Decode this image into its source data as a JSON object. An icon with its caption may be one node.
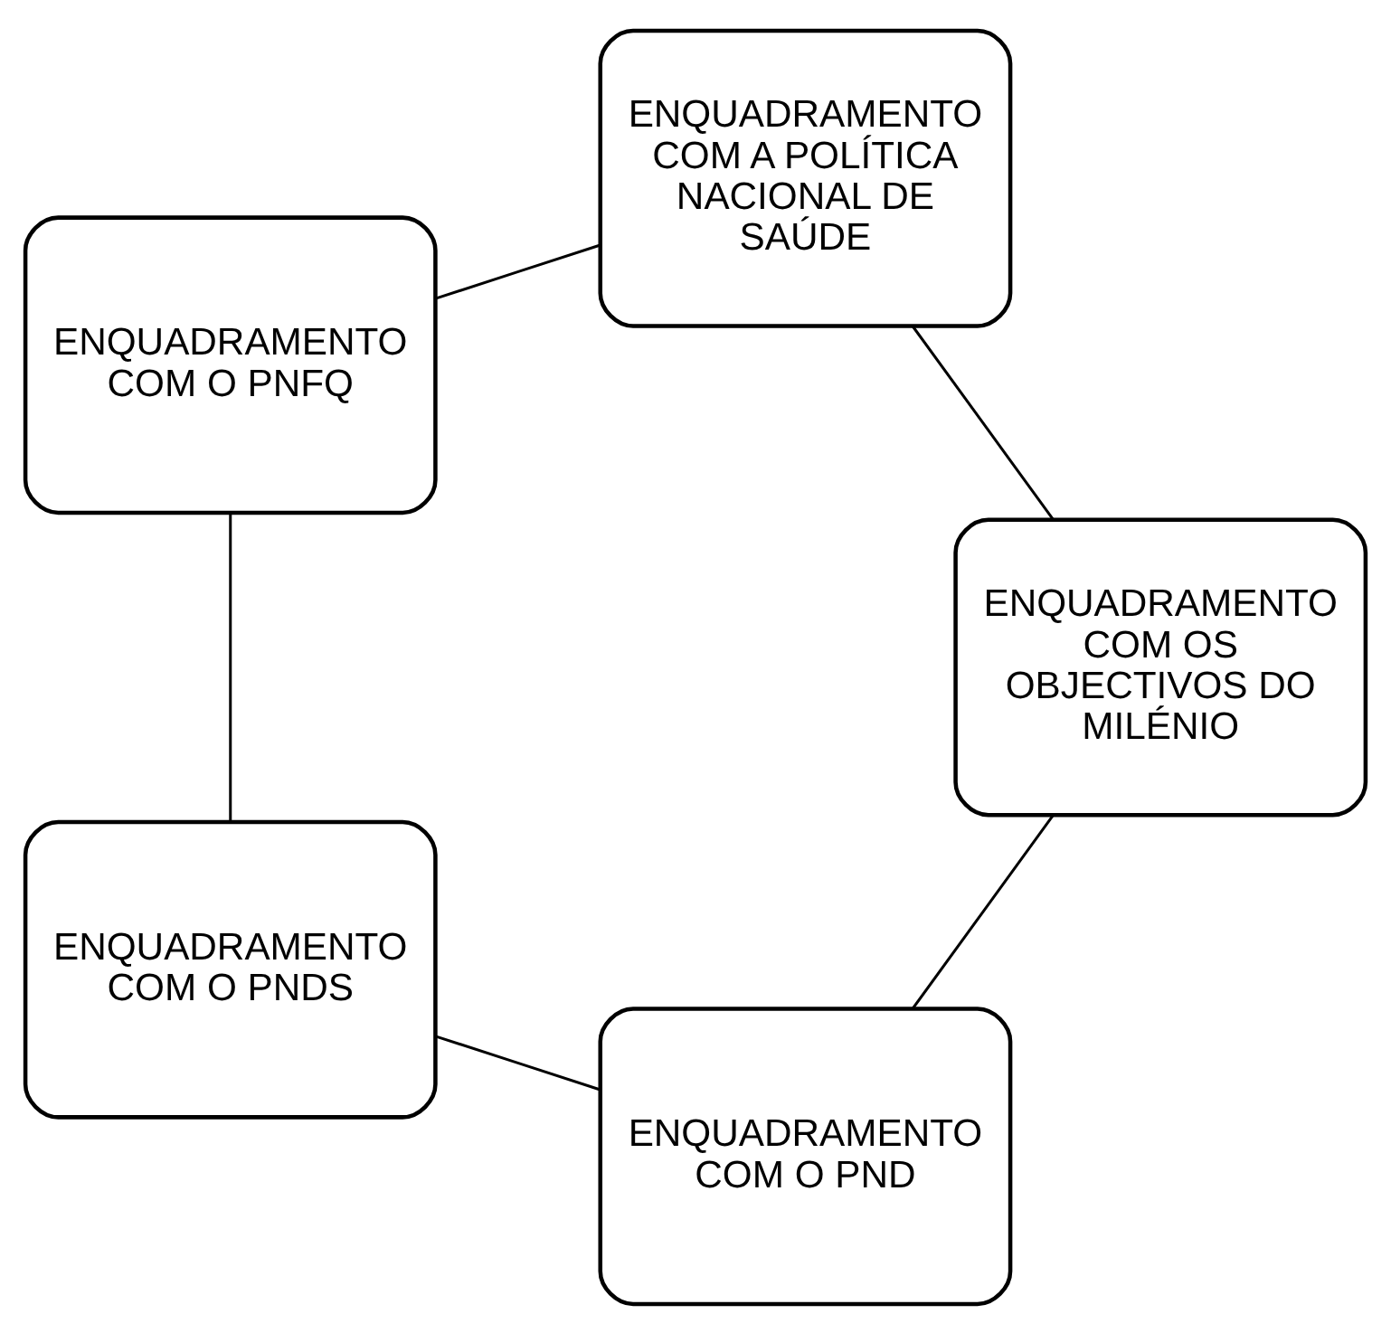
{
  "diagram": {
    "nodes": [
      {
        "text": [
          "ENQUADRAMENTO COM O PND"
        ]
      },
      {
        "text": [
          "ENQUADRAMENTO COM OS OBJECTIVOS DO MILÉNIO"
        ]
      },
      {
        "text": [
          "ENQUADRAMENTO COM O PNDS"
        ]
      },
      {
        "text": [
          "ENQUADRAMENTO COM A POLÍTICA NACIONAL DE SAÚDE"
        ]
      },
      {
        "text": [
          "ENQUADRAMENTO COM O PNFQ"
        ]
      }
    ],
    "edges": [
      {
        "from": 0,
        "to": 2,
        "arrow": "none"
      },
      {
        "from": 2,
        "to": 4,
        "arrow": "none"
      },
      {
        "from": 4,
        "to": 3,
        "arrow": "none"
      },
      {
        "from": 3,
        "to": 1,
        "arrow": "none"
      },
      {
        "from": 1,
        "to": 0,
        "arrow": "none"
      }
    ]
  }
}
